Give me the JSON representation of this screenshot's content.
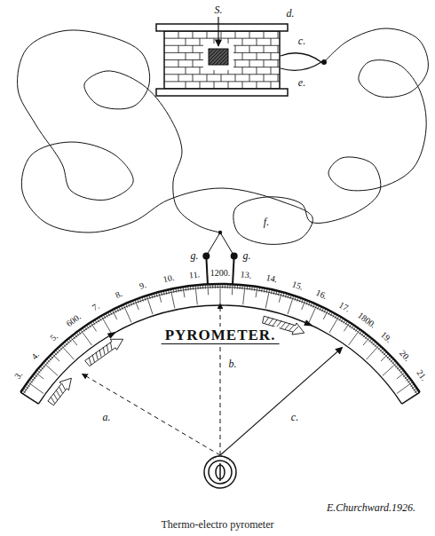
{
  "diagram": {
    "title": "PYROMETER.",
    "caption": "Thermo-electro pyrometer",
    "labels": [
      "S.",
      "d.",
      "c.",
      "e.",
      "f.",
      "g.",
      "g.",
      "3.",
      "4.",
      "5.",
      "600.",
      "7.",
      "8.",
      "9.",
      "10.",
      "11.",
      "1200.",
      "13.",
      "14.",
      "15.",
      "16.",
      "17.",
      "1800.",
      "19.",
      "20.",
      "21.",
      "a.",
      "b.",
      "c.",
      "E.Churchward.1926."
    ]
  }
}
